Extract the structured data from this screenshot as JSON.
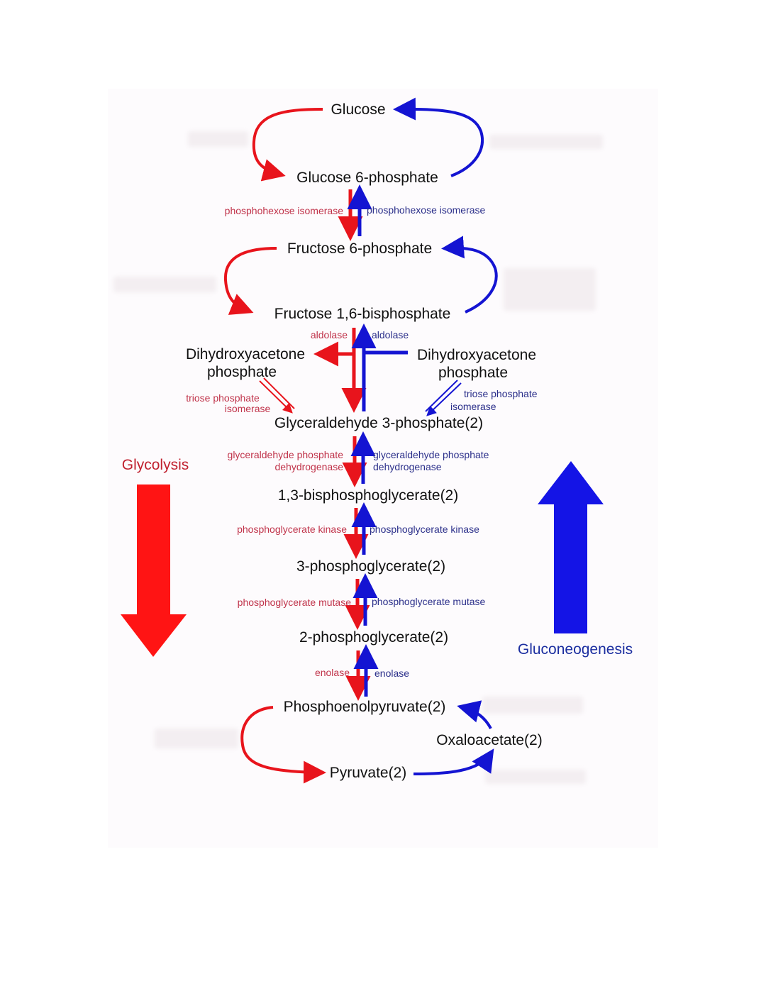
{
  "colors": {
    "glycolysis": "#e8141c",
    "gluconeogenesis": "#1414d2",
    "enzyme_red": "#c0334a",
    "enzyme_blue": "#2b2f8a"
  },
  "metabolites": {
    "glucose": "Glucose",
    "g6p": "Glucose 6-phosphate",
    "f6p": "Fructose 6-phosphate",
    "f16bp": "Fructose 1,6-bisphosphate",
    "dhap_left_1": "Dihydroxyacetone",
    "dhap_left_2": "phosphate",
    "dhap_right_1": "Dihydroxyacetone",
    "dhap_right_2": "phosphate",
    "g3p": "Glyceraldehyde 3-phosphate(2)",
    "bpg13": "1,3-bisphosphoglycerate(2)",
    "pg3": "3-phosphoglycerate(2)",
    "pg2": "2-phosphoglycerate(2)",
    "pep": "Phosphoenolpyruvate(2)",
    "oxaloacetate": "Oxaloacetate(2)",
    "pyruvate": "Pyruvate(2)"
  },
  "enzymes_glycolysis": {
    "phi": "phosphohexose isomerase",
    "aldolase": "aldolase",
    "tpi_1": "triose phosphate",
    "tpi_2": "isomerase",
    "gapdh_1": "glyceraldehyde phosphate",
    "gapdh_2": "dehydrogenase",
    "pgk": "phosphoglycerate kinase",
    "pgm": "phosphoglycerate mutase",
    "enolase": "enolase"
  },
  "enzymes_gluconeogenesis": {
    "phi": "phosphohexose isomerase",
    "aldolase": "aldolase",
    "tpi_1": "triose phosphate",
    "tpi_2": "isomerase",
    "gapdh_1": "glyceraldehyde phosphate",
    "gapdh_2": "dehydrogenase",
    "pgk": "phosphoglycerate kinase",
    "pgm": "phosphoglycerate mutase",
    "enolase": "enolase"
  },
  "pathways": {
    "down": "Glycolysis",
    "up": "Gluconeogenesis"
  }
}
